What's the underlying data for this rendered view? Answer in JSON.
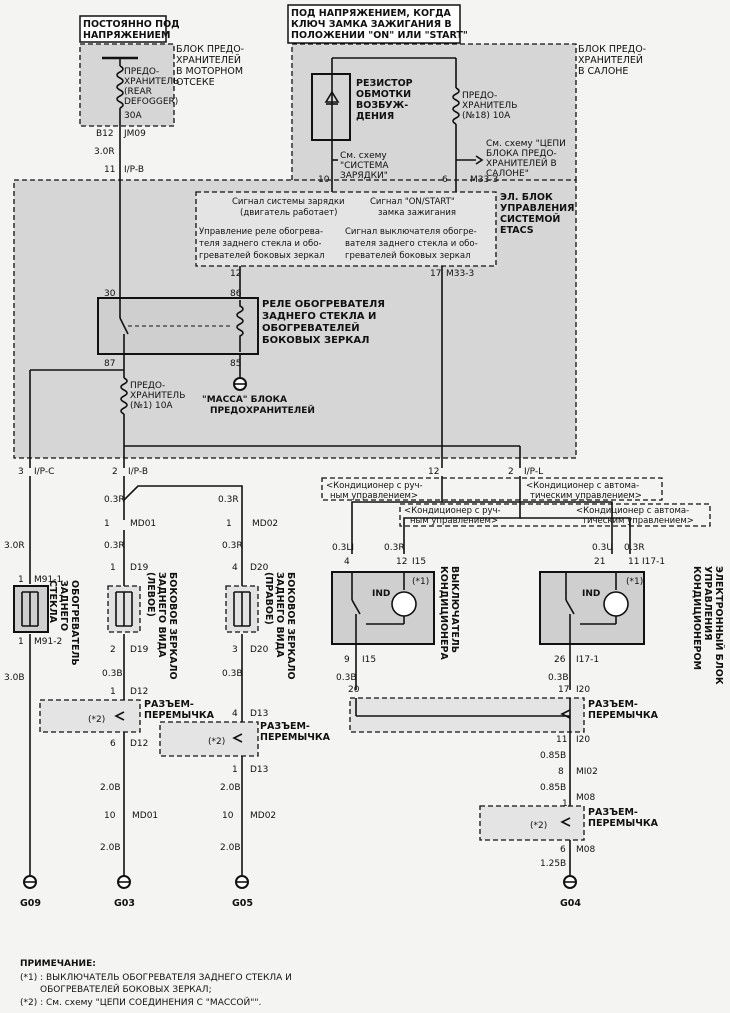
{
  "top_labels": {
    "always_hot": [
      "ПОСТОЯННО ПОД",
      "НАПРЯЖЕНИЕМ"
    ],
    "ign_hot": [
      "ПОД НАПРЯЖЕНИЕМ, КОГДА",
      "КЛЮЧ ЗАМКА ЗАЖИГАНИЯ В",
      "ПОЛОЖЕНИИ \"ON\" ИЛИ \"START\""
    ]
  },
  "blocks": {
    "engine_fuse_block": [
      "БЛОК ПРЕДО-",
      "ХРАНИТЕЛЕЙ",
      "В МОТОРНОМ",
      "ОТСЕКЕ"
    ],
    "cabin_fuse_block": [
      "БЛОК ПРЕДО-",
      "ХРАНИТЕЛЕЙ",
      "В САЛОНЕ"
    ],
    "etacs": [
      "ЭЛ. БЛОК",
      "УПРАВЛЕНИЯ",
      "СИСТЕМОЙ",
      "ETACS"
    ]
  },
  "fuses": {
    "rear_defogger": [
      "ПРЕДО-",
      "ХРАНИТЕЛЬ",
      "(REAR",
      "DEFOGGER)",
      "30A"
    ],
    "fuse18": [
      "ПРЕДО-",
      "ХРАНИТЕЛЬ",
      "(№18) 10A"
    ],
    "fuse1": [
      "ПРЕДО-",
      "ХРАНИТЕЛЬ",
      "(№1) 10A"
    ]
  },
  "resistor": [
    "РЕЗИСТОР",
    "ОБМОТКИ",
    "ВОЗБУЖ-",
    "ДЕНИЯ"
  ],
  "see_charging": [
    "См. схему",
    "\"СИСТЕМА",
    "ЗАРЯДКИ\""
  ],
  "see_cabin_circuit": [
    "См. схему \"ЦЕПИ",
    "БЛОКА ПРЕДО-",
    "ХРАНИТЕЛЕЙ В",
    "САЛОНЕ\""
  ],
  "etacs_signals": {
    "charge": [
      "Сигнал системы зарядки",
      "(двигатель работает)"
    ],
    "onstart": [
      "Сигнал \"ON/START\"",
      "замка зажигания"
    ],
    "relay_ctrl": [
      "Управление реле обогрева-",
      "теля заднего стекла и обо-",
      "гревателей боковых зеркал"
    ],
    "switch_sig": [
      "Сигнал выключателя обогре-",
      "вателя заднего стекла и обо-",
      "гревателей боковых зеркал"
    ]
  },
  "relay": [
    "РЕЛЕ ОБОГРЕВАТЕЛЯ",
    "ЗАДНЕГО СТЕКЛА И",
    "ОБОГРЕВАТЕЛЕЙ",
    "БОКОВЫХ ЗЕРКАЛ"
  ],
  "fuse_block_ground": [
    "\"МАССА\" БЛОКА",
    "ПРЕДОХРАНИТЕЛЕЙ"
  ],
  "labels": {
    "b12": "B12",
    "jm09": "JM09",
    "w30r_top": "3.0R",
    "n11": "11",
    "ipb_top": "I/P-B",
    "p10": "10",
    "p6": "6",
    "m333_a": "M33-3",
    "p12": "12",
    "p17": "17",
    "m333_b": "M33-3",
    "p30": "30",
    "p86": "86",
    "p87": "87",
    "p85": "85",
    "p3": "3",
    "ipc": "I/P-C",
    "p2": "2",
    "ipb": "I/P-B",
    "p12b": "12",
    "p2b": "2",
    "ipl": "I/P-L",
    "w30r_l": "3.0R",
    "m911": "M91-1",
    "m912": "M91-2",
    "w30b": "3.0B",
    "p1a": "1",
    "p1b": "1",
    "w03r_a": "0.3R",
    "w03r_b": "0.3R",
    "md01": "MD01",
    "md02": "MD02",
    "w03r_c": "0.3R",
    "w03r_d": "0.3R",
    "d19": "D19",
    "d20": "D20",
    "d19b": "D19",
    "d20b": "D20",
    "w03b_a": "0.3B",
    "w03b_b": "0.3B",
    "d12": "D12",
    "d13": "D13",
    "d12b": "D12",
    "d13b": "D13",
    "w20b_a": "2.0B",
    "w20b_b": "2.0B",
    "md01b": "MD01",
    "md02b": "MD02",
    "w20b_c": "2.0B",
    "w20b_d": "2.0B",
    "p4": "4",
    "p4b": "4",
    "p6b": "6",
    "p1c": "1",
    "p1d": "1",
    "p1e": "1",
    "p2c": "2",
    "p10a": "10",
    "p10b": "10",
    "p3b": "3",
    "man1": "<Кондиционер с руч-",
    "man1b": "ным управлением>",
    "auto1": "<Кондиционер с автома-",
    "auto1b": "тическим управлением>",
    "man2": "<Кондиционер с руч-",
    "man2b": "ным управлением>",
    "auto2": "<Кондиционер с автома-",
    "auto2b": "тическим управлением>",
    "w03li": "0.3LI",
    "w03r_e": "0.3R",
    "i15": "I15",
    "p4c": "4",
    "p12c": "12",
    "w03u": "0.3U",
    "w03r_f": "0.3R",
    "i171": "I17-1",
    "p21": "21",
    "p11": "11",
    "ind1": "IND",
    "ind2": "IND",
    "star1a": "(*1)",
    "star1b": "(*1)",
    "p9": "9",
    "i15b": "I15",
    "p26": "26",
    "i171b": "I17-1",
    "w03b_c": "0.3B",
    "w03b_d": "0.3B",
    "p20": "20",
    "p17b": "17",
    "i20": "I20",
    "p11b": "11",
    "i20b": "I20",
    "w085b_a": "0.85B",
    "p8": "8",
    "mi02": "MI02",
    "w085b_b": "0.85B",
    "p1f": "1",
    "m08": "M08",
    "p6c": "6",
    "m08b": "M08",
    "w125b": "1.25B",
    "star2a": "(*2)",
    "star2b": "(*2)",
    "star2c": "(*2)",
    "g09": "G09",
    "g03": "G03",
    "g05": "G05",
    "g04": "G04"
  },
  "components": {
    "rear_heater": [
      "ОБОГРЕВАТЕЛЬ",
      "ЗАДНЕГО",
      "СТЕКЛА"
    ],
    "mirror_left": [
      "БОКОВОЕ ЗЕРКАЛО",
      "ЗАДНЕГО ВИДА",
      "(ЛЕВОЕ)"
    ],
    "mirror_right": [
      "БОКОВОЕ ЗЕРКАЛО",
      "ЗАДНЕГО ВИДА",
      "(ПРАВОЕ)"
    ],
    "ac_switch": [
      "ВЫКЛЮЧАТЕЛЬ",
      "КОНДИЦИОНЕРА"
    ],
    "ac_ecu": [
      "ЭЛЕКТРОННЫЙ БЛОК",
      "УПРАВЛЕНИЯ",
      "КОНДИЦИОНЕРОМ"
    ],
    "jumper": [
      "РАЗЪЕМ-",
      "ПЕРЕМЫЧКА"
    ]
  },
  "note": {
    "title": "ПРИМЕЧАНИЕ:",
    "n1a": "(*1) : ВЫКЛЮЧАТЕЛЬ ОБОГРЕВАТЕЛЯ ЗАДНЕГО СТЕКЛА И",
    "n1b": "ОБОГРЕВАТЕЛЕЙ БОКОВЫХ ЗЕРКАЛ;",
    "n2": "(*2) : См. схему \"ЦЕПИ СОЕДИНЕНИЯ С \"МАССОЙ\"\"."
  }
}
